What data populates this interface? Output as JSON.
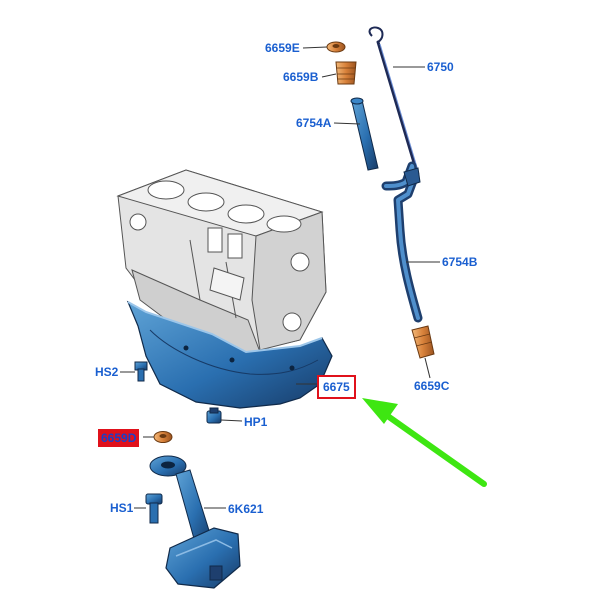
{
  "parts": {
    "p6659e": "6659E",
    "p6659b": "6659B",
    "p6750": "6750",
    "p6754a": "6754A",
    "p6754b": "6754B",
    "p6659c": "6659C",
    "p6675": "6675",
    "hs2": "HS2",
    "hp1": "HP1",
    "p6659d": "6659D",
    "hs1": "HS1",
    "p6k621": "6K621"
  },
  "colors": {
    "label": "#1a5fd0",
    "highlight_box": "#e0111b",
    "arrow": "#3ee612",
    "part_blue": "#2a78b8",
    "part_dark": "#1e3f6e",
    "gasket_orange": "#d8813a"
  }
}
